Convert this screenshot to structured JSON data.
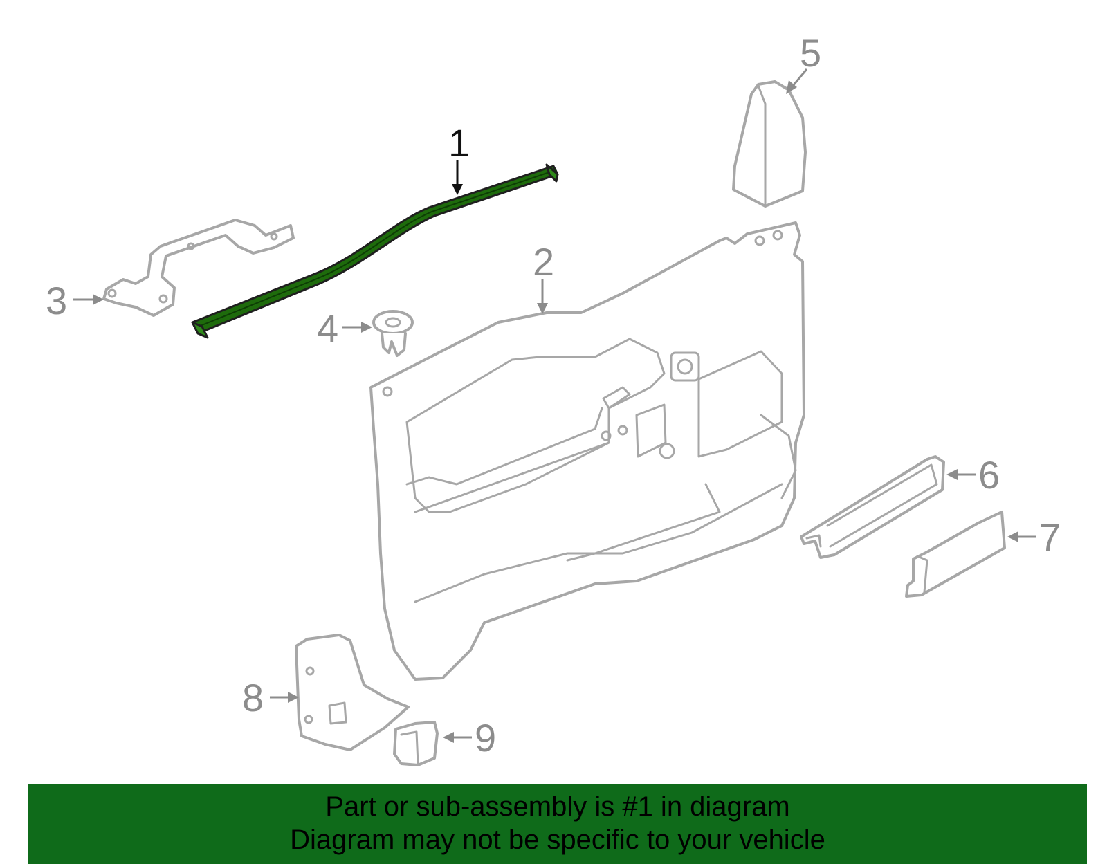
{
  "colors": {
    "highlight": "#1e6b0c",
    "banner_bg": "#0f6b1a",
    "outline": "#a7a7a7",
    "callout_text": "#8c8c8c"
  },
  "callouts": [
    {
      "number": "1",
      "highlighted": true
    },
    {
      "number": "2",
      "highlighted": false
    },
    {
      "number": "3",
      "highlighted": false
    },
    {
      "number": "4",
      "highlighted": false
    },
    {
      "number": "5",
      "highlighted": false
    },
    {
      "number": "6",
      "highlighted": false
    },
    {
      "number": "7",
      "highlighted": false
    },
    {
      "number": "8",
      "highlighted": false
    },
    {
      "number": "9",
      "highlighted": false
    }
  ],
  "banner": {
    "line1": "Part or sub-assembly is #1 in diagram",
    "line2": "Diagram may not be specific to your vehicle"
  }
}
